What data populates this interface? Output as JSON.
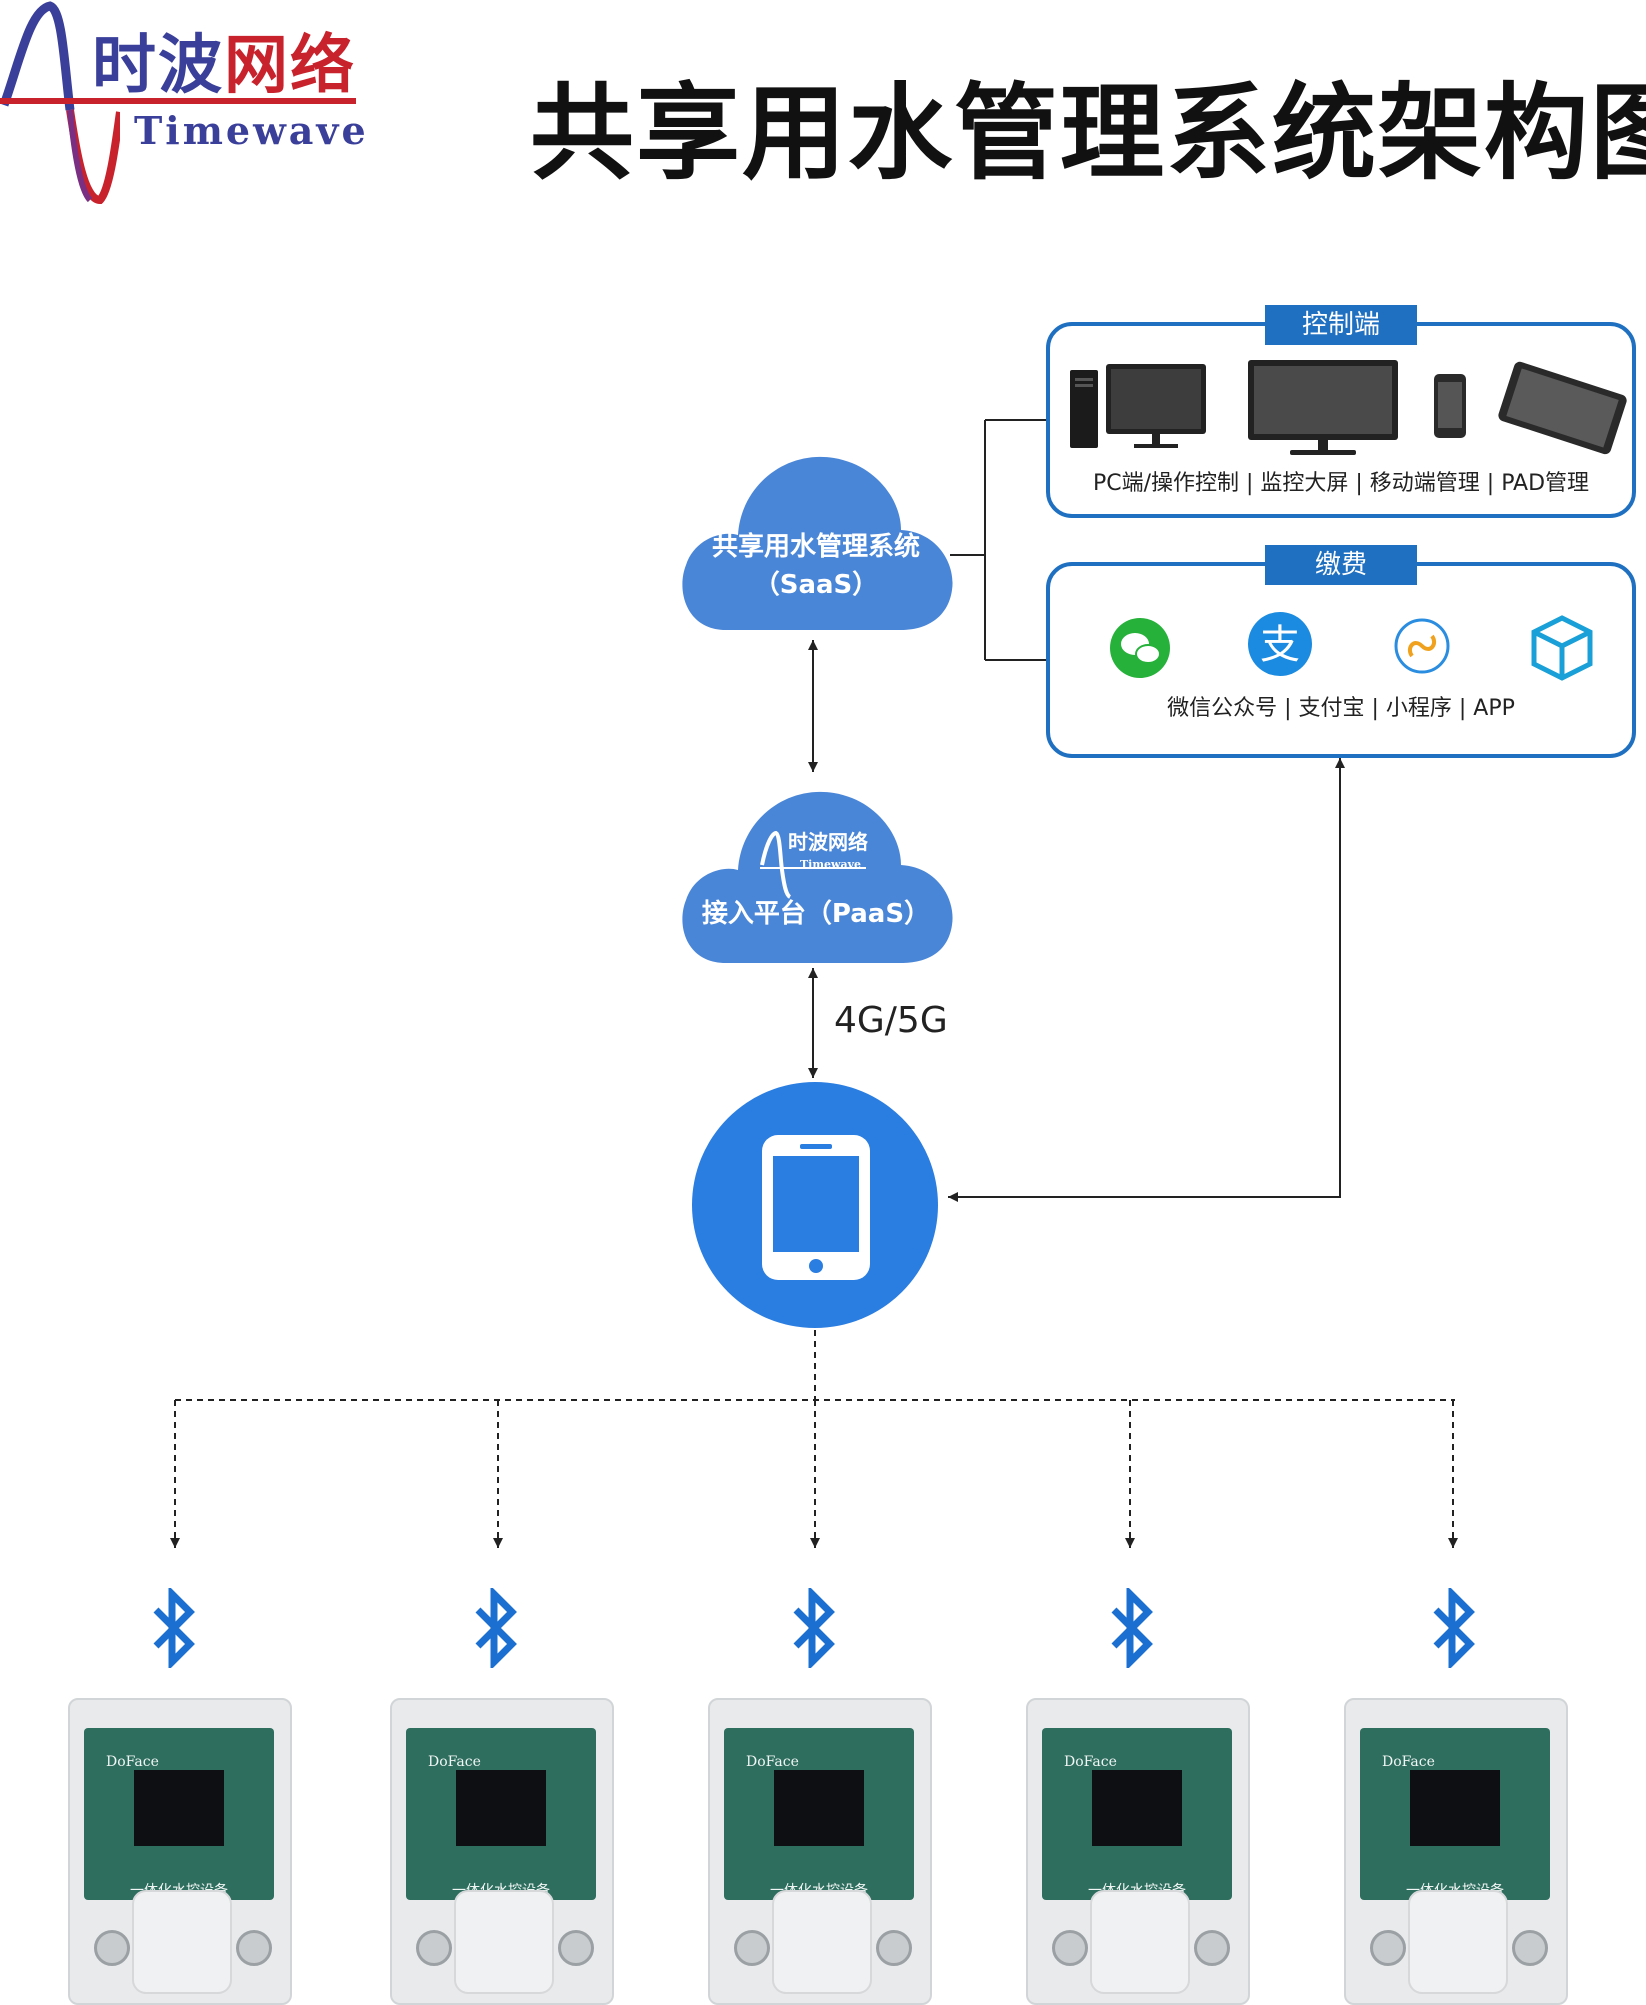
{
  "logo": {
    "cn_part1": "时波",
    "cn_part2": "网络",
    "en": "Timewave"
  },
  "title": "共享用水管理系统架构图",
  "saas_cloud": {
    "line1": "共享用水管理系统",
    "line2": "（SaaS）"
  },
  "paas_cloud": {
    "logo_cn": "时波网络",
    "logo_en": "Timewave",
    "label": "接入平台（PaaS）"
  },
  "network_label": "4G/5G",
  "control_panel": {
    "tab": "控制端",
    "icons": [
      "pc-tower-icon",
      "monitor-icon",
      "large-screen-icon",
      "mobile-phone-icon",
      "tablet-icon"
    ],
    "caption": "PC端/操作控制 | 监控大屏 | 移动端管理 | PAD管理"
  },
  "payment_panel": {
    "tab": "缴费",
    "icons": [
      "wechat-icon",
      "alipay-icon",
      "mini-program-icon",
      "app-cube-icon"
    ],
    "caption": "微信公众号 | 支付宝 | 小程序 | APP"
  },
  "phone_node": {
    "icon": "smartphone-icon"
  },
  "devices": [
    {
      "brand": "DoFace",
      "label": "一体化水控设备"
    },
    {
      "brand": "DoFace",
      "label": "一体化水控设备"
    },
    {
      "brand": "DoFace",
      "label": "一体化水控设备"
    },
    {
      "brand": "DoFace",
      "label": "一体化水控设备"
    },
    {
      "brand": "DoFace",
      "label": "一体化水控设备"
    }
  ],
  "colors": {
    "brand_blue": "#1f70c1",
    "cloud_blue": "#4a86d8",
    "phone_blue": "#2a7de1",
    "bluetooth_blue": "#1a6fd0",
    "logo_red": "#c8232c",
    "logo_navy": "#3a3f9a"
  }
}
